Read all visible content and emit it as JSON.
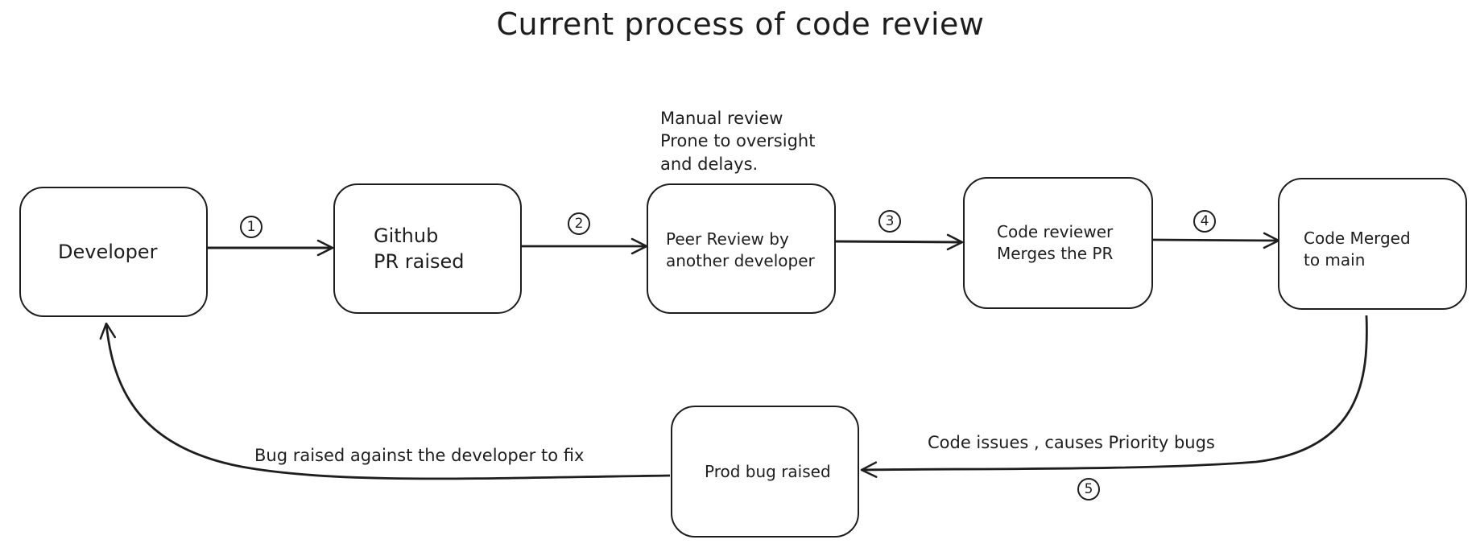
{
  "title": "Current process of code review",
  "nodes": {
    "developer": "Developer",
    "github_pr": "Github\nPR raised",
    "peer_review": "Peer Review by\nanother developer",
    "code_reviewer": "Code reviewer\nMerges the PR",
    "code_merged": "Code Merged\nto main",
    "prod_bug": "Prod bug raised"
  },
  "annotations": {
    "peer_review_note": "Manual review\nProne to oversight\nand delays."
  },
  "edges": {
    "step1": "1",
    "step2": "2",
    "step3": "3",
    "step4": "4",
    "step5": "5",
    "merged_to_bug": "Code issues , causes Priority bugs",
    "bug_to_developer": "Bug raised against the developer to fix"
  }
}
